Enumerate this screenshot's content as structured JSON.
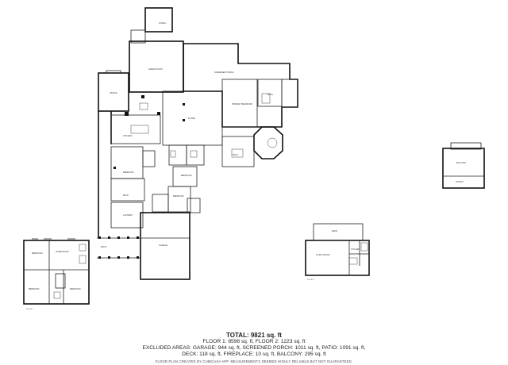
{
  "summary": {
    "total": "TOTAL: 9821 sq. ft",
    "floors": "FLOOR 1: 8598 sq. ft, FLOOR 2: 1223 sq. ft",
    "excluded_line1": "EXCLUDED AREAS: GARAGE: 944 sq. ft, SCREENED PORCH: 1011 sq. ft, PATIO: 1091 sq. ft,",
    "excluded_line2": "DECK: 118 sq. ft, FIREPLACE: 10 sq. ft, BALCONY: 295 sq. ft",
    "credit": "FLOOR PLAN CREATED BY CUBICASA APP. MEASUREMENTS DEEMED HIGHLY RELIABLE BUT NOT GUARANTEED."
  },
  "colors": {
    "wall": "#111111",
    "background": "#ffffff",
    "text": "#222222"
  }
}
